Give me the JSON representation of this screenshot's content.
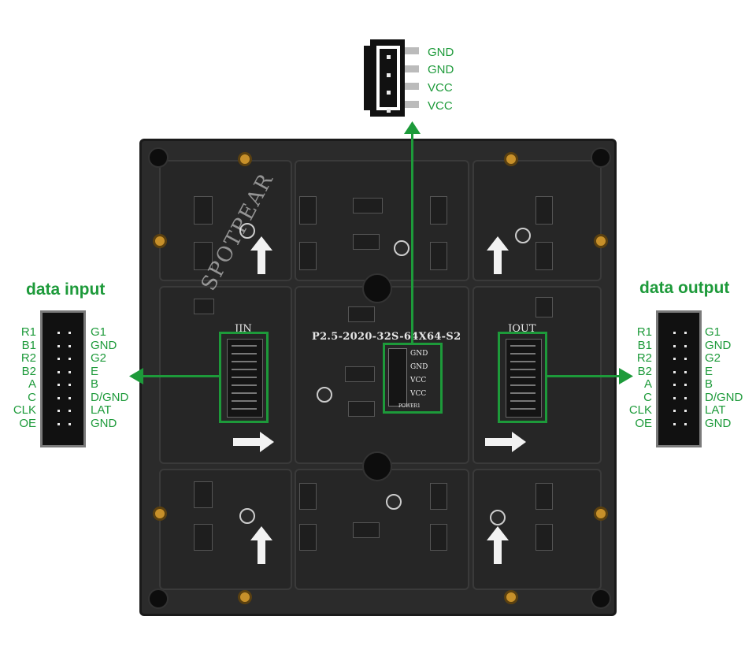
{
  "power_connector": {
    "pins": [
      "GND",
      "GND",
      "VCC",
      "VCC"
    ]
  },
  "data_input": {
    "title": "data input",
    "left_labels": [
      "R1",
      "B1",
      "R2",
      "B2",
      "A",
      "C",
      "CLK",
      "OE"
    ],
    "right_labels": [
      "G1",
      "GND",
      "G2",
      "E",
      "B",
      "D/GND",
      "LAT",
      "GND"
    ]
  },
  "data_output": {
    "title": "data output",
    "left_labels": [
      "R1",
      "B1",
      "R2",
      "B2",
      "A",
      "C",
      "CLK",
      "OE"
    ],
    "right_labels": [
      "G1",
      "GND",
      "G2",
      "E",
      "B",
      "D/GND",
      "LAT",
      "GND"
    ]
  },
  "board": {
    "model_text": "P2.5-2020-32S-64X64-S2",
    "jin_label": "JIN",
    "jout_label": "JOUT",
    "power_silk": [
      "GND",
      "GND",
      "VCC",
      "VCC"
    ],
    "power_caption": "POWER1",
    "watermark": "SPOTPEAR"
  },
  "colors": {
    "accent": "#1d9a3a",
    "board": "#2b2b2b",
    "connector": "#111111"
  }
}
